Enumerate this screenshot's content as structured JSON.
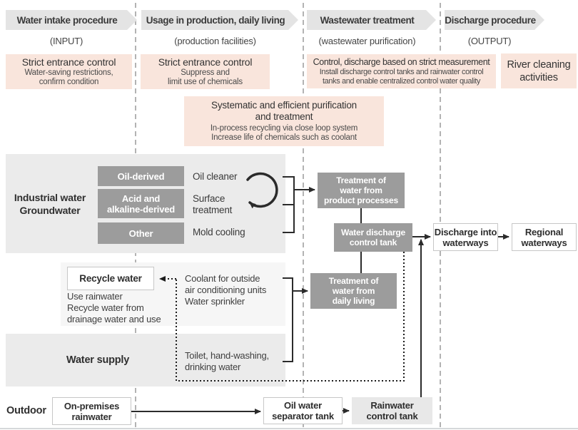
{
  "columns": [
    {
      "header": "Water intake procedure",
      "subtitle": "(INPUT)",
      "note_title": "Strict entrance control",
      "note_lines": [
        "Water-saving restrictions,",
        "confirm condition"
      ]
    },
    {
      "header": "Usage in production, daily living",
      "subtitle": "(production facilities)",
      "note_title": "Strict entrance control",
      "note_lines": [
        "Suppress and",
        "limit use of chemicals"
      ]
    },
    {
      "header": "Wastewater treatment",
      "subtitle": "(wastewater purification)",
      "note_title": "Control, discharge based on strict measurement",
      "note_lines": [
        "Install discharge control tanks and rainwater control",
        "tanks and enable centralized control water quality"
      ]
    },
    {
      "header": "Discharge procedure",
      "subtitle": "(OUTPUT)",
      "note_title_lines": [
        "River cleaning",
        "activities"
      ]
    }
  ],
  "mid_note": {
    "title_lines": [
      "Systematic and efficient purification",
      "and treatment"
    ],
    "body_lines": [
      "In-process recycling via close loop system",
      "Increase life of chemicals such as coolant"
    ]
  },
  "industrial": {
    "label_lines": [
      "Industrial water",
      "Groundwater"
    ],
    "categories": [
      {
        "lines": [
          "Oil-derived"
        ]
      },
      {
        "lines": [
          "Acid and",
          "alkaline-derived"
        ]
      },
      {
        "lines": [
          "Other"
        ]
      }
    ],
    "processes": [
      {
        "lines": [
          "Oil cleaner"
        ]
      },
      {
        "lines": [
          "Surface",
          "treatment"
        ]
      },
      {
        "lines": [
          "Mold cooling"
        ]
      }
    ]
  },
  "treatment": {
    "product_lines": [
      "Treatment of",
      "water from",
      "product processes"
    ],
    "tank_lines": [
      "Water discharge",
      "control tank"
    ],
    "daily_lines": [
      "Treatment of",
      "water from",
      "daily living"
    ]
  },
  "discharge": {
    "into_lines": [
      "Discharge into",
      "waterways"
    ],
    "regional_lines": [
      "Regional",
      "waterways"
    ]
  },
  "recycle": {
    "box_label": "Recycle water",
    "usage_lines": [
      "Use rainwater",
      "Recycle water from",
      "drainage water and use"
    ],
    "coolant_lines": [
      "Coolant for outside",
      "air conditioning units",
      "Water sprinkler"
    ]
  },
  "water_supply": {
    "label": "Water supply",
    "toilet_lines": [
      "Toilet, hand-washing,",
      "drinking water"
    ]
  },
  "bottom": {
    "outdoor_label": "Outdoor",
    "premises_lines": [
      "On-premises",
      "rainwater"
    ],
    "separator_lines": [
      "Oil water",
      "separator tank"
    ],
    "rain_tank_lines": [
      "Rainwater",
      "control tank"
    ]
  },
  "colors": {
    "note_pink": "#f9e5dc",
    "header_gray": "#e4e4e4",
    "panel_gray": "#ebebeb",
    "panel_light_gray": "#f6f6f6",
    "solid_box_gray": "#9c9c9c",
    "tank_gray": "#e8e8e8",
    "connector_black": "#2b2b2b",
    "divider_gray": "#b3b3b3"
  }
}
